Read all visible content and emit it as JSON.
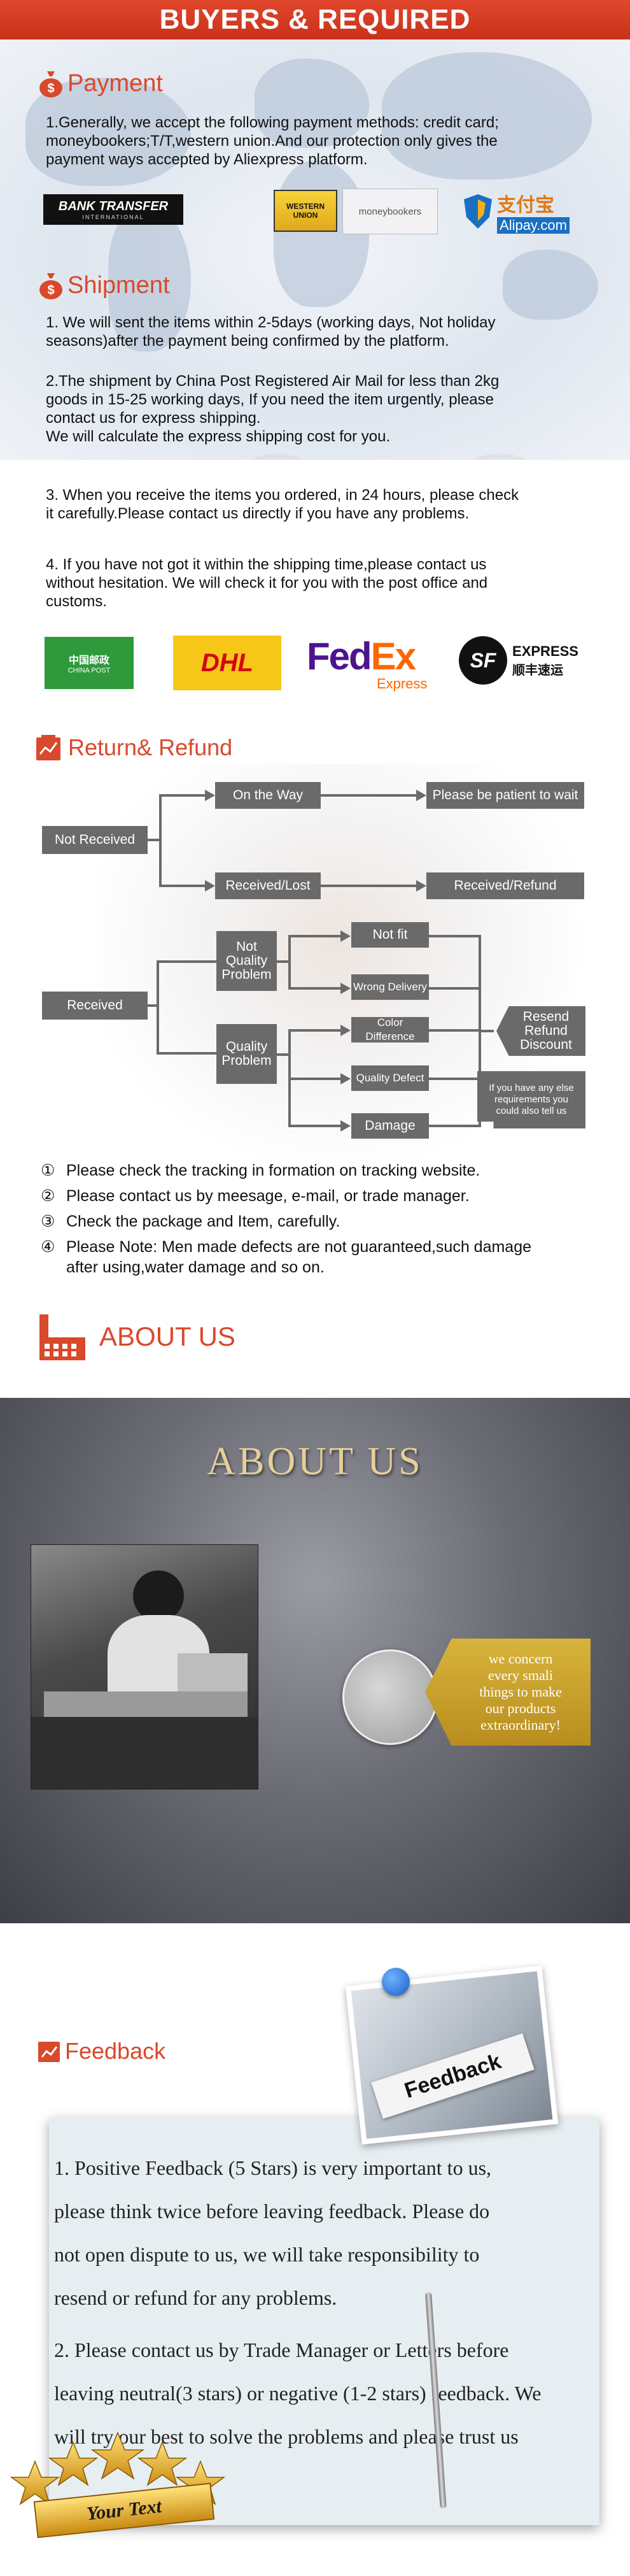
{
  "header": {
    "title": "BUYERS & REQUIRED"
  },
  "payment": {
    "title": "Payment",
    "text": "1.Generally, we accept the following payment methods: credit card;\nmoneybookers;T/T,western union.And our protection only gives the\npayment ways accepted by Aliexpress platform.",
    "logos": {
      "bank_transfer_top": "BANK TRANSFER",
      "bank_transfer_sub": "INTERNATIONAL",
      "western_union": "WESTERN UNION",
      "moneybookers": "moneybookers",
      "alipay_cn": "支付宝",
      "alipay_en": "Alipay.com"
    }
  },
  "shipment": {
    "title": "Shipment",
    "p1": "1. We will sent the items within 2-5days (working days, Not holiday\nseasons)after the payment being confirmed by the platform.",
    "p2": "2.The shipment by China Post Registered Air Mail for less than  2kg\ngoods in 15-25 working days, If  you need the item urgently, please\ncontact us for express shipping.\nWe will calculate the express shipping cost for you.",
    "p3": "3. When you receive the items you ordered, in 24 hours, please check\n it carefully.Please contact us directly if you have any problems.",
    "p4": "4. If you have not got it within the shipping time,please contact us\nwithout hesitation. We will check it for you with the post office and\ncustoms.",
    "logos": {
      "china_post_cn": "中国邮政",
      "china_post_en": "CHINA POST",
      "dhl": "DHL",
      "fedex_fed": "Fed",
      "fedex_ex": "Ex",
      "fedex_express": "Express",
      "sf_mark": "SF",
      "sf_top": "EXPRESS",
      "sf_bottom": "顺丰速运"
    }
  },
  "refund": {
    "title": "Return& Refund",
    "flow": {
      "not_received": "Not Received",
      "on_the_way": "On the Way",
      "be_patient": "Please be patient to wait",
      "received_lost": "Received/Lost",
      "received_refund": "Received/Refund",
      "received": "Received",
      "not_quality": "Not\nQuality\nProblem",
      "quality": "Quality\nProblem",
      "not_fit": "Not fit",
      "wrong_delivery": "Wrong Delivery",
      "color_difference": "Color Difference",
      "quality_defect": "Quality Defect",
      "damage": "Damage",
      "resend": "Resend\nRefund\nDiscount",
      "else_req": "If you have any else\nrequirements you\ncould also tell us"
    },
    "notes": [
      {
        "num": "①",
        "text": "Please check the tracking in formation on tracking website."
      },
      {
        "num": "②",
        "text": "Please contact us by meesage, e-mail, or trade manager."
      },
      {
        "num": "③",
        "text": "Check the package and Item, carefully."
      },
      {
        "num": "④",
        "text": "Please Note: Men made defects  are not guaranteed,such damage\nafter using,water damage and so on."
      }
    ]
  },
  "about": {
    "title": "ABOUT US",
    "panel_title": "ABOUT  US",
    "tag": "we concern\nevery smali\nthings to make\nour products\nextraordinary!"
  },
  "feedback": {
    "title": "Feedback",
    "sticker": "Feedback",
    "p1": "1. Positive Feedback (5 Stars) is very important to us,\nplease think twice before leaving feedback. Please do\nnot open dispute to us,   we will take responsibility to\nresend or refund for any problems.",
    "p2": "2. Please contact us by Trade Manager or Letters before\nleaving neutral(3 stars) or negative (1-2 stars) feedback. We\nwill try our best to solve the problems and please trust us",
    "ribbon": "Your Text"
  },
  "colors": {
    "accent": "#d9492b",
    "flow_gray": "#6a6a6a",
    "tag_gold": "#c9a227"
  }
}
